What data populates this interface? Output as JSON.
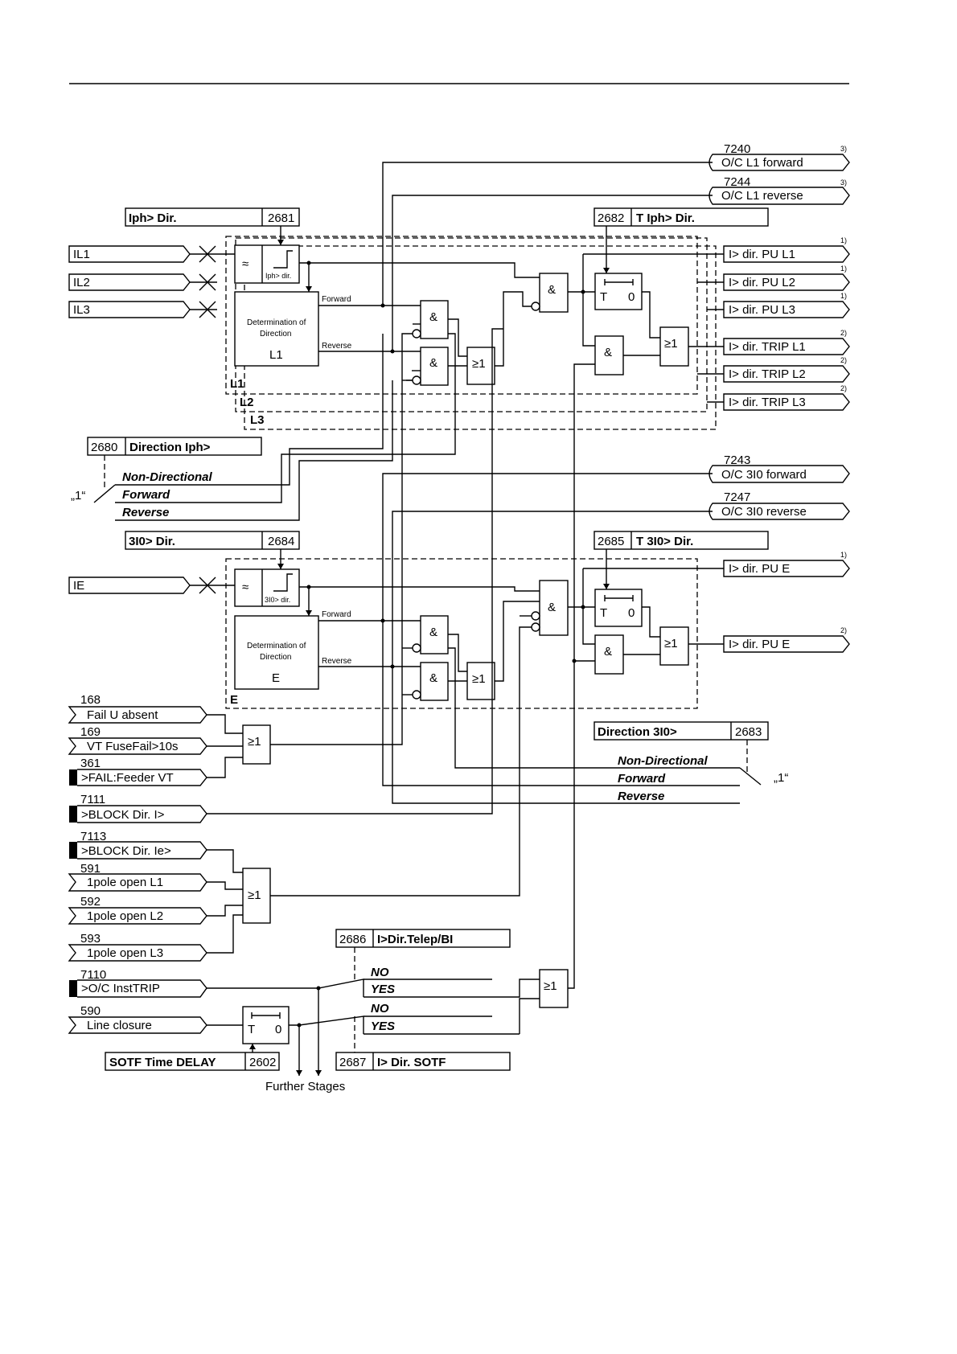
{
  "inputs": {
    "il1": "IL1",
    "il2": "IL2",
    "il3": "IL3",
    "ie": "IE"
  },
  "params": {
    "iph_dir": {
      "label": "Iph> Dir.",
      "num": "2681"
    },
    "t_iph_dir": {
      "num": "2682",
      "label": "T Iph> Dir."
    },
    "direction_iph": {
      "num": "2680",
      "label": "Direction Iph>"
    },
    "i30_dir": {
      "label": "3I0> Dir.",
      "num": "2684"
    },
    "t_i30_dir": {
      "num": "2685",
      "label": "T 3I0> Dir."
    },
    "direction_3i0": {
      "label": "Direction 3I0>",
      "num": "2683"
    },
    "telep": {
      "num": "2686",
      "label": "I>Dir.Telep/BI"
    },
    "sotf": {
      "num": "2687",
      "label": "I> Dir. SOTF"
    },
    "sotf_delay": {
      "label": "SOTF Time DELAY",
      "num": "2602"
    }
  },
  "modes": {
    "non_directional": "Non-Directional",
    "forward": "Forward",
    "reverse": "Reverse",
    "one": "„1“",
    "no": "NO",
    "yes": "YES"
  },
  "blocks": {
    "iph_dir_small": "Iph> dir.",
    "i30_dir_small": "3I0> dir.",
    "det_line1": "Determination of",
    "det_line2": "Direction",
    "l1": "L1",
    "e": "E",
    "forward_small": "Forward",
    "reverse_small": "Reverse",
    "zone_l1": "L1",
    "zone_l2": "L2",
    "zone_l3": "L3",
    "zone_e": "E",
    "and": "&",
    "or": "≥1",
    "timer_t": "T",
    "timer_0": "0",
    "further": "Further Stages"
  },
  "outputs_top": [
    {
      "num": "7240",
      "label": "O/C L1 forward",
      "note": "3)"
    },
    {
      "num": "7244",
      "label": "O/C L1 reverse",
      "note": "3)"
    },
    {
      "num": "7243",
      "label": "O/C 3I0 forward",
      "note": ""
    },
    {
      "num": "7247",
      "label": "O/C 3I0 reverse",
      "note": ""
    }
  ],
  "outputs_right": [
    {
      "label": "I> dir. PU L1",
      "note": "1)"
    },
    {
      "label": "I> dir. PU L2",
      "note": "1)"
    },
    {
      "label": "I> dir. PU L3",
      "note": "1)"
    },
    {
      "label": "I> dir. TRIP L1",
      "note": "2)"
    },
    {
      "label": "I> dir. TRIP L2",
      "note": "2)"
    },
    {
      "label": "I> dir. TRIP L3",
      "note": "2)"
    },
    {
      "label": "I> dir. PU E",
      "note": "1)"
    },
    {
      "label": "I> dir. PU E",
      "note": "2)"
    }
  ],
  "binary_inputs": [
    {
      "num": "168",
      "label": "Fail U absent"
    },
    {
      "num": "169",
      "label": "VT FuseFail>10s"
    },
    {
      "num": "361",
      "label": ">FAIL:Feeder VT"
    },
    {
      "num": "7111",
      "label": ">BLOCK Dir. I>"
    },
    {
      "num": "7113",
      "label": ">BLOCK Dir. Ie>"
    },
    {
      "num": "591",
      "label": "1pole open L1"
    },
    {
      "num": "592",
      "label": "1pole open L2"
    },
    {
      "num": "593",
      "label": "1pole open L3"
    },
    {
      "num": "7110",
      "label": ">O/C InstTRIP"
    },
    {
      "num": "590",
      "label": "Line closure"
    }
  ]
}
